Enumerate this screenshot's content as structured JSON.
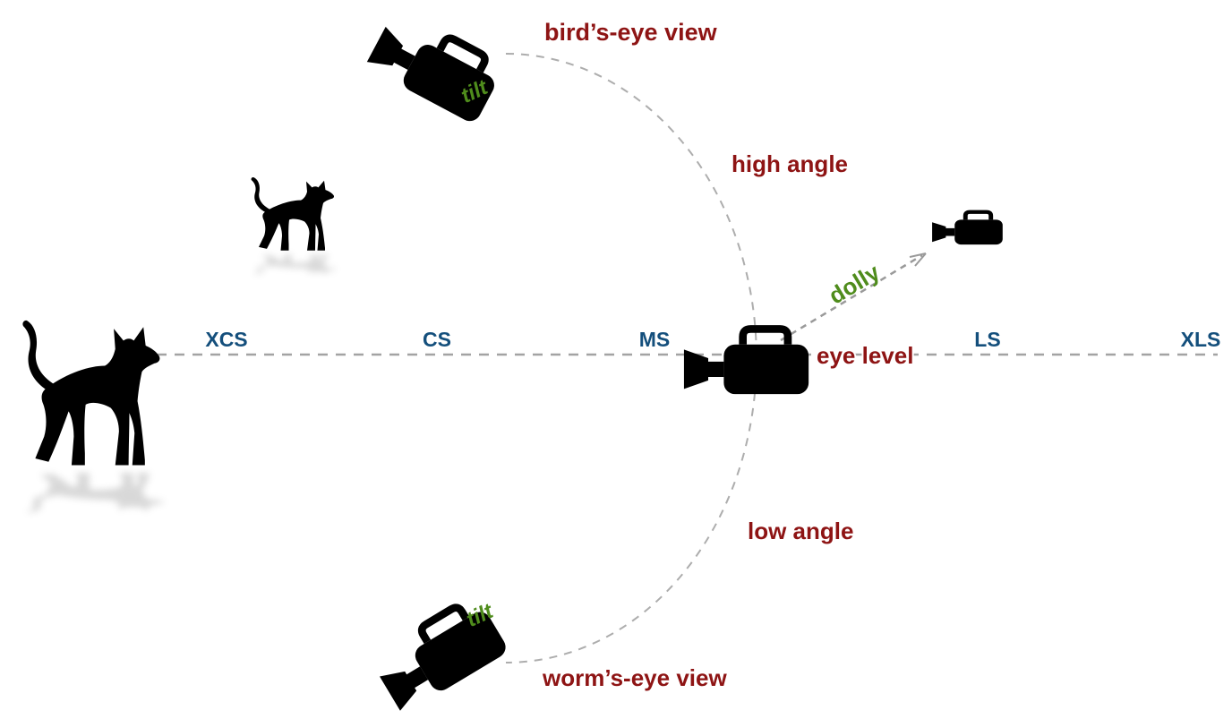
{
  "colors": {
    "angle_label_red": "#8e1414",
    "movement_label_green": "#4f8c1c",
    "shot_scale_navy": "#144f7c",
    "dash_gray": "#a3a3a3",
    "silhouette_black": "#000000"
  },
  "angle_labels": {
    "birds_eye": "bird’s-eye view",
    "high_angle": "high angle",
    "eye_level": "eye level",
    "low_angle": "low angle",
    "worms_eye": "worm’s-eye view"
  },
  "movement_labels": {
    "tilt_top": "tilt",
    "dolly": "dolly",
    "tilt_bottom": "tilt"
  },
  "shot_scales": [
    {
      "code": "XCS"
    },
    {
      "code": "CS"
    },
    {
      "code": "MS"
    },
    {
      "code": "LS"
    },
    {
      "code": "XLS"
    }
  ],
  "icons": {
    "camera": "video-camera-icon",
    "subject": "cat-silhouette-icon",
    "arrow": "dolly-arrow-icon",
    "axis": "shot-distance-axis-line",
    "arc": "camera-angle-arc"
  }
}
